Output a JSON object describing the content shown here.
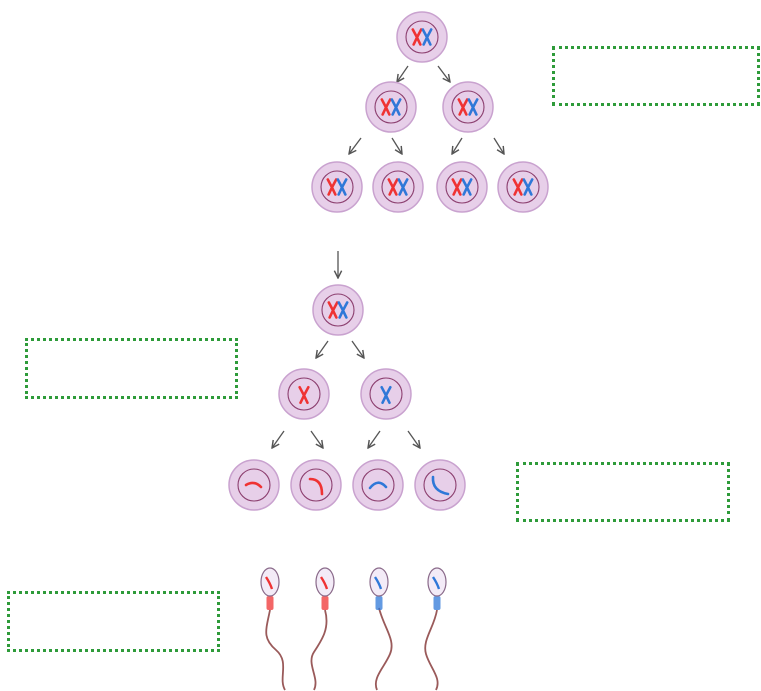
{
  "colors": {
    "cell_fill": "#e7cfe9",
    "cell_edge": "#c9a2cf",
    "nucleus_edge": "#8c3f6f",
    "chromosome_maternal": "#ef3333",
    "chromosome_paternal": "#2f78d8",
    "arrow": "#555555",
    "label_box_border": "#2e9b3a",
    "sperm_head": "#f3ebf7",
    "sperm_tail": "#9a5a5a"
  },
  "icons": {
    "cell": "round-cell-with-nucleus",
    "chromosome": "x-shaped-chromosome",
    "arrow": "thin-diagonal-arrow",
    "sperm": "sperm-cell"
  },
  "labels": {
    "box_1": "",
    "box_2": "",
    "box_3": "",
    "box_4": ""
  }
}
